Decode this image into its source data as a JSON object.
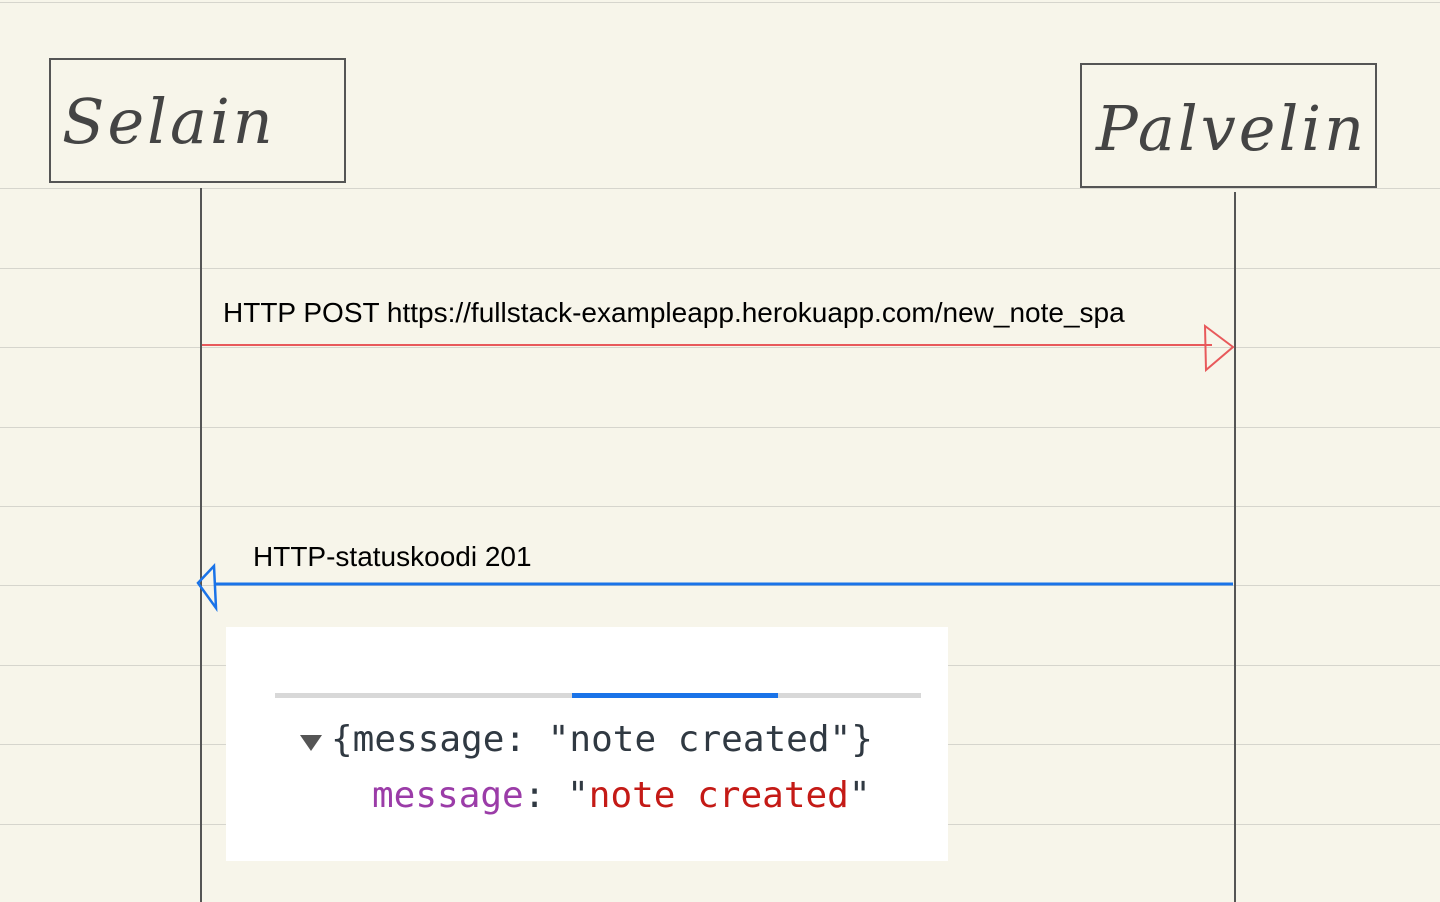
{
  "actors": {
    "client": "Selain",
    "server": "Palvelin"
  },
  "messages": {
    "request": "HTTP POST https://fullstack-exampleapp.herokuapp.com/new_note_spa",
    "response": "HTTP-statuskoodi 201"
  },
  "colors": {
    "request_arrow": "#e8595b",
    "response_arrow": "#1a73e8",
    "paper": "#f7f5ea"
  },
  "devtools": {
    "summary_open": "{message: ",
    "summary_value": "\"note created\"",
    "summary_close": "}",
    "property_key": "message",
    "property_sep": ": ",
    "quote": "\"",
    "property_value": "note created"
  }
}
